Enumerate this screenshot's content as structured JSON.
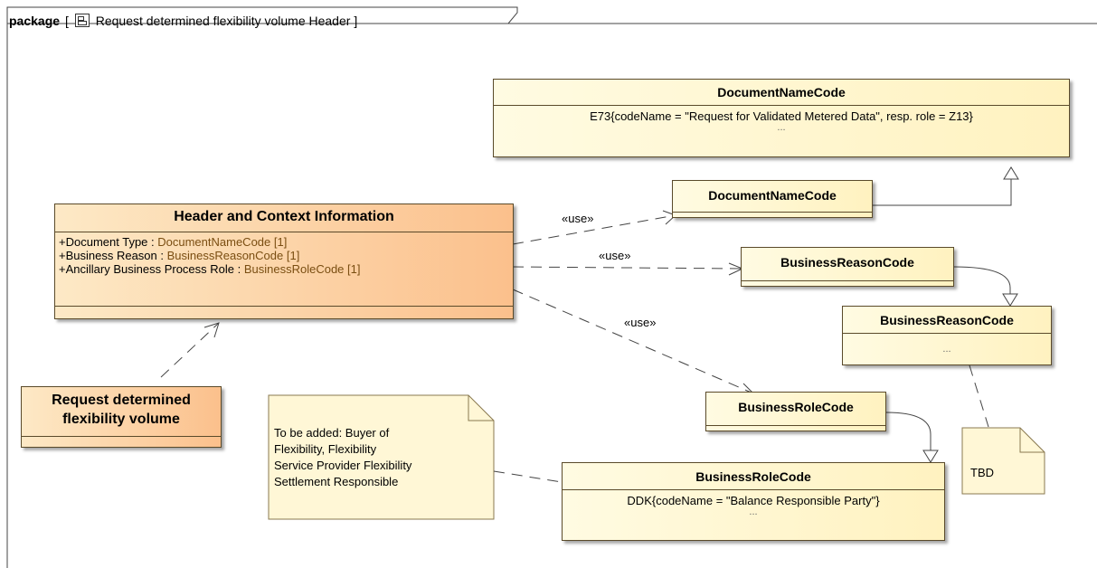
{
  "frame": {
    "keyword": "package",
    "open_bracket": "[",
    "icon": "package-diagram-icon",
    "title": "Request determined flexibility volume Header",
    "close_bracket": "]"
  },
  "header_class": {
    "title": "Header and Context Information",
    "attributes": [
      {
        "name": "+Document Type : ",
        "type": "DocumentNameCode [1]"
      },
      {
        "name": "+Business Reason : ",
        "type": "BusinessReasonCode [1]"
      },
      {
        "name": "+Ancillary Business Process Role : ",
        "type": "BusinessRoleCode [1]"
      }
    ]
  },
  "request_class": {
    "title_line1": "Request determined",
    "title_line2": "flexibility volume"
  },
  "doc_name_enum": {
    "title": "DocumentNameCode",
    "literal": "E73{codeName = \"Request for Validated Metered Data\", resp. role = Z13}",
    "more": "..."
  },
  "doc_name_ref": {
    "title": "DocumentNameCode"
  },
  "reason_ref": {
    "title": "BusinessReasonCode"
  },
  "reason_enum": {
    "title": "BusinessReasonCode",
    "more": "..."
  },
  "role_ref": {
    "title": "BusinessRoleCode"
  },
  "role_enum": {
    "title": "BusinessRoleCode",
    "literal": "DDK{codeName = \"Balance Responsible Party\"}",
    "more": "..."
  },
  "note_tbd": {
    "text": "TBD"
  },
  "note_added": {
    "lines": [
      "To be added: Buyer of",
      "Flexibility, Flexibility",
      "Service Provider Flexibility",
      "Settlement Responsible"
    ]
  },
  "stereotypes": {
    "use1": "«use»",
    "use2": "«use»",
    "use3": "«use»"
  }
}
